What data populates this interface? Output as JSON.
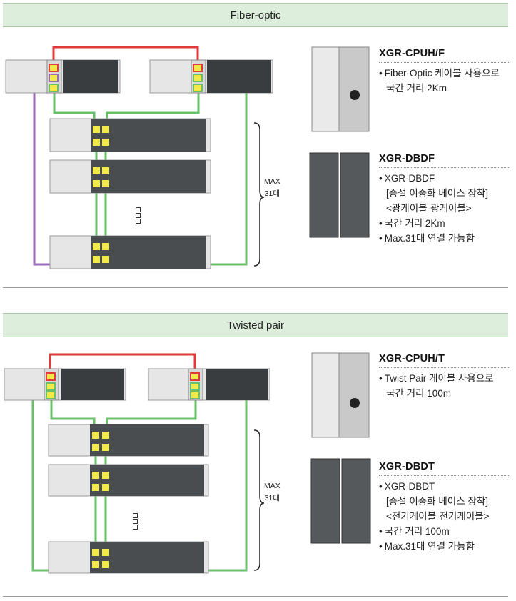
{
  "colors": {
    "fiber_link": "#e23a3a",
    "green_link": "#6abf6a",
    "purple_link": "#9a6bb8",
    "header_bg": "#deeedd",
    "port_yellow": "#f2e94a"
  },
  "sections": [
    {
      "title": "Fiber-optic",
      "max_label_line1": "MAX",
      "max_label_line2": "31대",
      "modules": [
        {
          "title": "XGR-CPUH/F",
          "lines": [
            {
              "kind": "bullet",
              "text": "Fiber-Optic 케이블 사용으로"
            },
            {
              "kind": "sub",
              "text": "국간 거리 2Km"
            }
          ]
        },
        {
          "title": "XGR-DBDF",
          "lines": [
            {
              "kind": "bullet",
              "text": "XGR-DBDF"
            },
            {
              "kind": "sub",
              "text": "[증설 이중화 베이스 장착]"
            },
            {
              "kind": "sub",
              "text": "<광케이블-광케이블>"
            },
            {
              "kind": "bullet",
              "text": "국간 거리 2Km"
            },
            {
              "kind": "bullet",
              "text": "Max.31대 연결 가능함"
            }
          ]
        }
      ]
    },
    {
      "title": "Twisted pair",
      "max_label_line1": "MAX",
      "max_label_line2": "31대",
      "modules": [
        {
          "title": "XGR-CPUH/T",
          "lines": [
            {
              "kind": "bullet",
              "text": "Twist Pair 케이블 사용으로"
            },
            {
              "kind": "sub",
              "text": "국간 거리 100m"
            }
          ]
        },
        {
          "title": "XGR-DBDT",
          "lines": [
            {
              "kind": "bullet",
              "text": "XGR-DBDT"
            },
            {
              "kind": "sub",
              "text": "[증설 이중화 베이스 장착]"
            },
            {
              "kind": "sub",
              "text": "<전기케이블-전기케이블>"
            },
            {
              "kind": "bullet",
              "text": "국간 거리 100m"
            },
            {
              "kind": "bullet",
              "text": "Max.31대 연결 가능함"
            }
          ]
        }
      ]
    }
  ]
}
